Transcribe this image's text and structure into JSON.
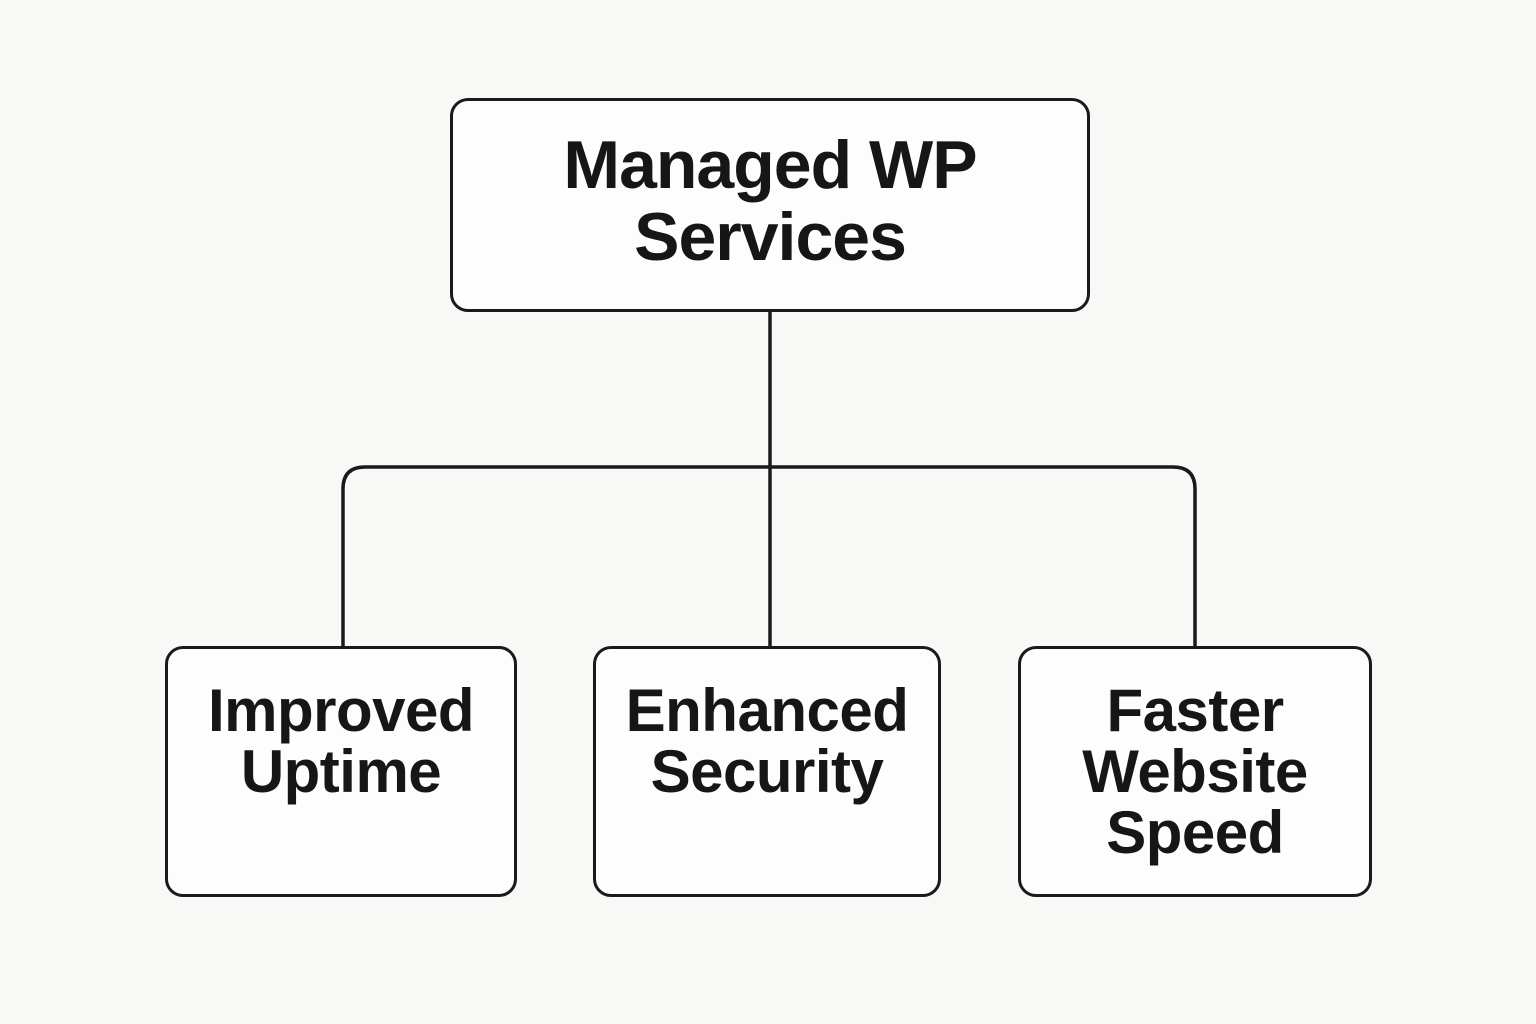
{
  "diagram": {
    "title": "Managed WP Services diagram",
    "background_color": "#f8f8f7",
    "node_fill": "#fdfdfd",
    "node_border_color": "#1a1a1a",
    "line_color": "#1a1a1a",
    "root": {
      "label": "Managed WP Services",
      "lines": [
        "Managed WP",
        "Services"
      ]
    },
    "children": [
      {
        "label": "Improved Uptime",
        "lines": [
          "Improved",
          "Uptime"
        ]
      },
      {
        "label": "Enhanced Security",
        "lines": [
          "Enhanced",
          "Security"
        ]
      },
      {
        "label": "Faster Website Speed",
        "lines": [
          "Faster",
          "Website",
          "Speed"
        ]
      }
    ]
  }
}
